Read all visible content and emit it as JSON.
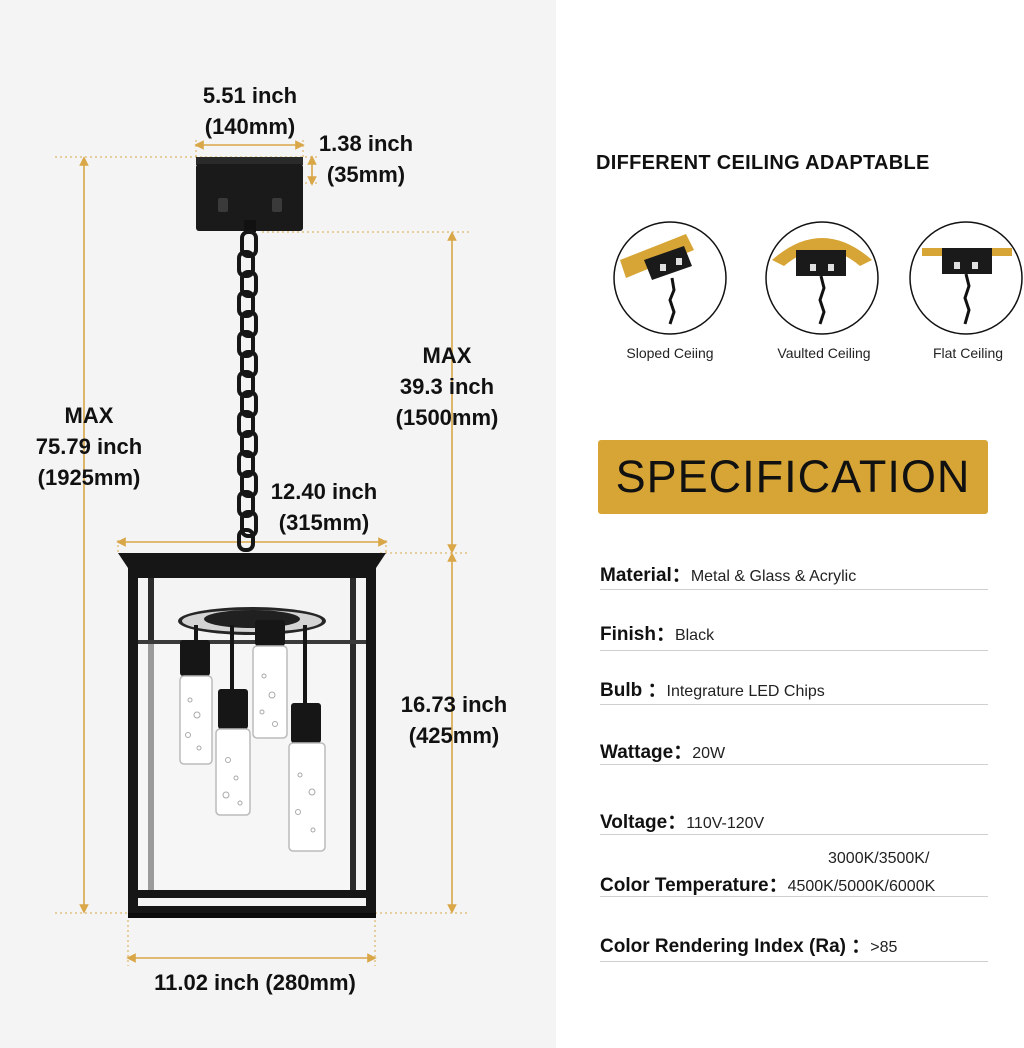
{
  "dimensions": {
    "canopy_width": [
      "5.51 inch",
      "(140mm)"
    ],
    "canopy_height": [
      "1.38 inch",
      "(35mm)"
    ],
    "chain_max": [
      "MAX",
      "39.3 inch",
      "(1500mm)"
    ],
    "total_max": [
      "MAX",
      "75.79 inch",
      "(1925mm)"
    ],
    "top_width": [
      "12.40 inch",
      "(315mm)"
    ],
    "body_height": [
      "16.73 inch",
      "(425mm)"
    ],
    "bottom_width": "11.02 inch (280mm)"
  },
  "ceiling": {
    "title": "DIFFERENT CEILING ADAPTABLE",
    "types": [
      {
        "label": "Sloped Ceiing",
        "icon": "sloped-ceiling-icon"
      },
      {
        "label": "Vaulted Ceiling",
        "icon": "vaulted-ceiling-icon"
      },
      {
        "label": "Flat Ceiling",
        "icon": "flat-ceiling-icon"
      }
    ]
  },
  "spec": {
    "title": "SPECIFICATION",
    "rows": [
      {
        "key": "Material：",
        "value": "Metal & Glass & Acrylic"
      },
      {
        "key": "Finish：",
        "value": "Black"
      },
      {
        "key": "Bulb ：",
        "value": "Integrature LED Chips"
      },
      {
        "key": "Wattage：",
        "value": "20W"
      },
      {
        "key": "Voltage：",
        "value": "110V-120V"
      },
      {
        "key": "Color Temperature：",
        "value_line1": "3000K/3500K/",
        "value_line2": "4500K/5000K/6000K"
      },
      {
        "key": "Color Rendering Index (Ra) ：",
        "value": ">85"
      }
    ]
  },
  "colors": {
    "accent": "#d7a536",
    "fixture": "#161616",
    "dim_line": "#d9a748",
    "left_background": "#f4f4f4"
  }
}
